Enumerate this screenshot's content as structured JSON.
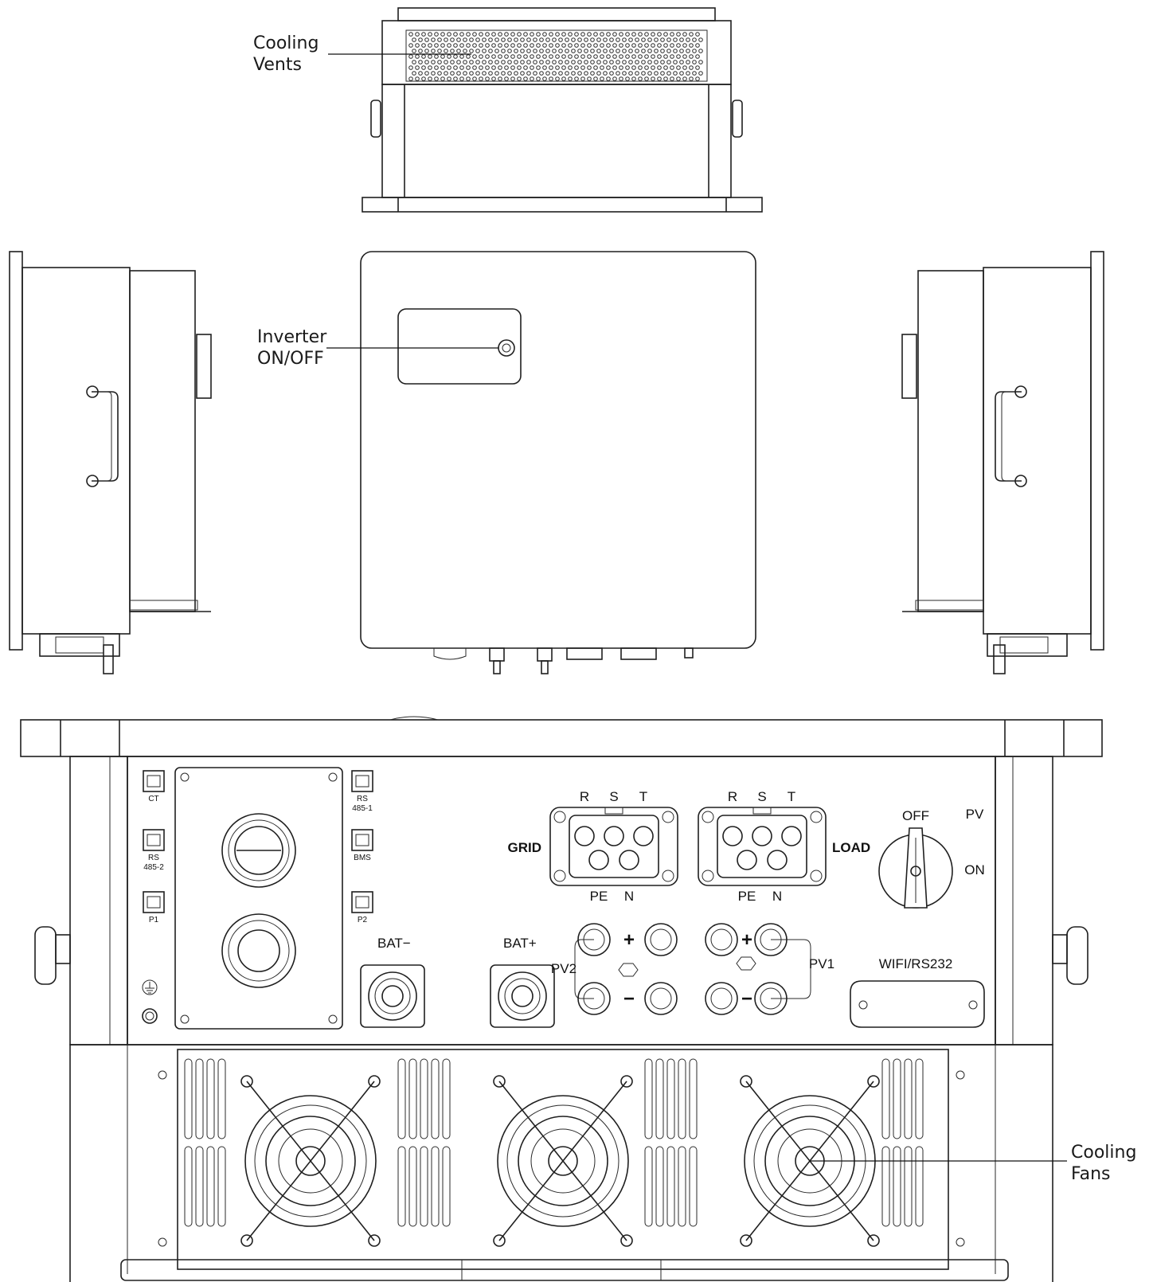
{
  "callouts": {
    "cooling_vents": [
      "Cooling",
      "Vents"
    ],
    "inverter_onoff": [
      "Inverter",
      "ON/OFF"
    ],
    "cooling_fans": [
      "Cooling",
      "Fans"
    ]
  },
  "ports": {
    "ct": "CT",
    "rs485_1": [
      "RS",
      "485-1"
    ],
    "rs485_2": [
      "RS",
      "485-2"
    ],
    "bms": "BMS",
    "p1": "P1",
    "p2": "P2"
  },
  "terminals": {
    "grid": "GRID",
    "load": "LOAD",
    "phase_r": "R",
    "phase_s": "S",
    "phase_t": "T",
    "pe": "PE",
    "n": "N"
  },
  "switch": {
    "off": "OFF",
    "on": "ON",
    "pv": "PV"
  },
  "battery": {
    "neg": "BAT−",
    "pos": "BAT+"
  },
  "pv": {
    "pv1": "PV1",
    "pv2": "PV2",
    "plus": "+",
    "minus": "−"
  },
  "wifi": "WIFI/RS232"
}
